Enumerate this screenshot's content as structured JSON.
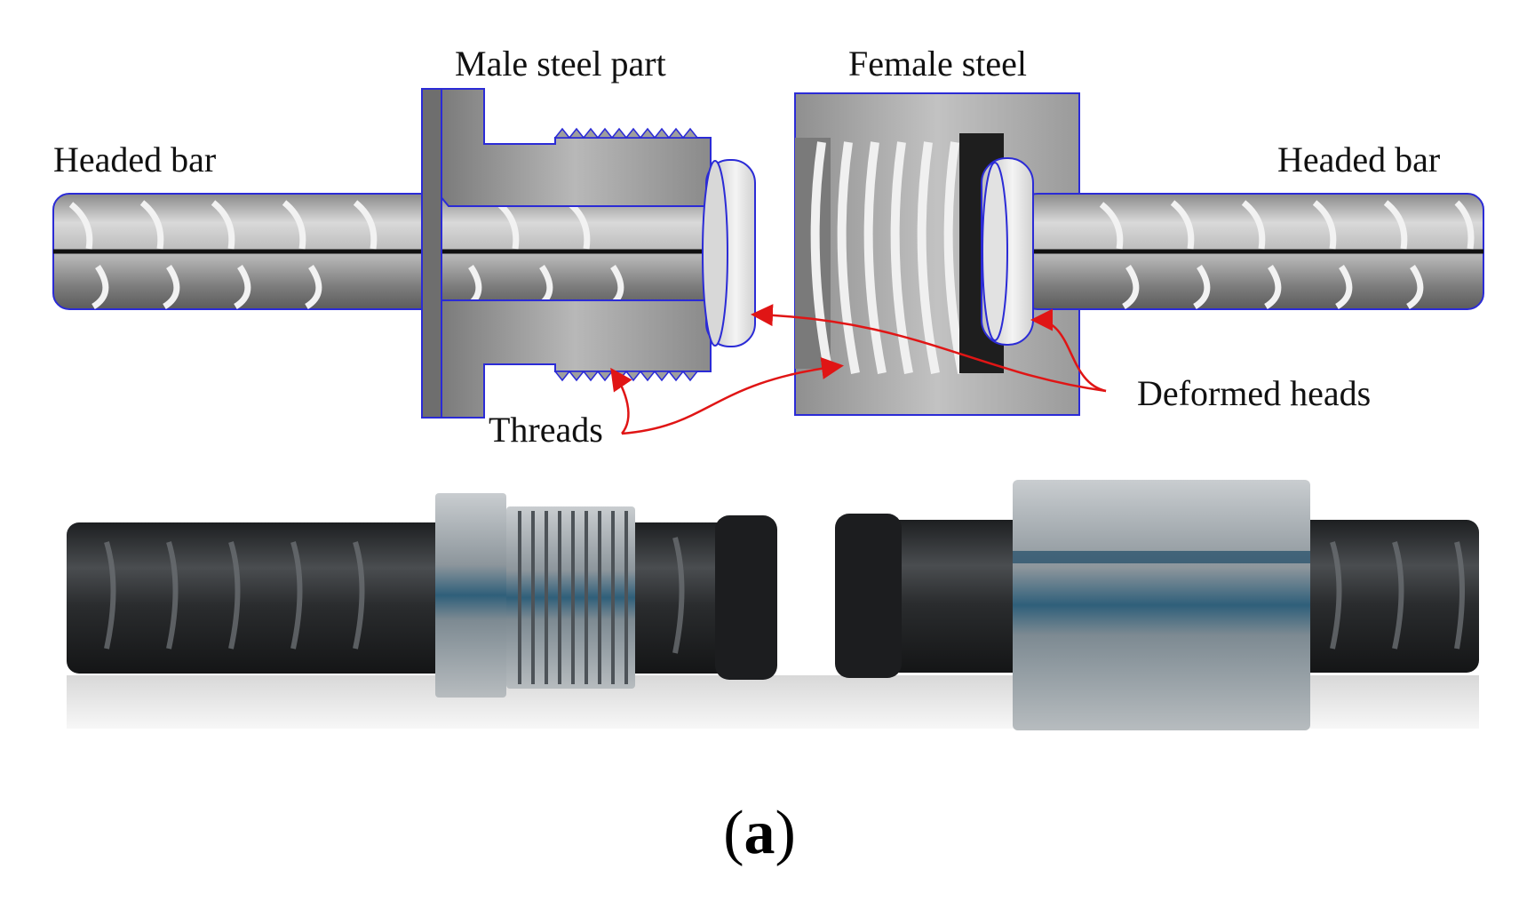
{
  "figure": {
    "caption_open": "(",
    "caption_letter": "a",
    "caption_close": ")"
  },
  "labels": {
    "headed_bar_left": "Headed bar",
    "male_steel_part": "Male steel part",
    "female_steel": "Female steel",
    "headed_bar_right": "Headed bar",
    "threads": "Threads",
    "deformed_heads": "Deformed heads"
  },
  "colors": {
    "steel_light": "#e6e6e6",
    "steel_mid": "#a8a8a8",
    "steel_dark": "#6e6e6e",
    "outline_blue": "#2b2bd6",
    "arrow_red": "#e01515",
    "rebar_dark": "#2a2c2e",
    "coupler_metal": "#8c9296"
  }
}
